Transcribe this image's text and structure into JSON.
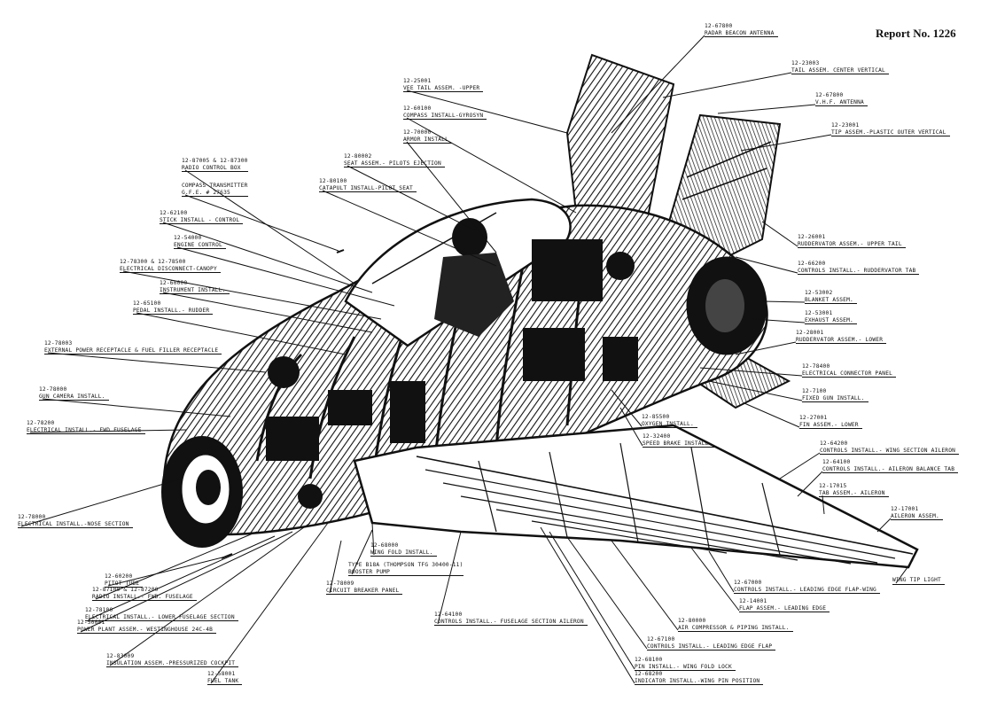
{
  "report": "Report No. 1226",
  "callouts": [
    {
      "id": "radar-beacon-antenna",
      "num": "12-67800",
      "name": "RADAR BEACON ANTENNA"
    },
    {
      "id": "tail-center-vertical",
      "num": "12-23003",
      "name": "TAIL ASSEM. CENTER VERTICAL"
    },
    {
      "id": "vhf-antenna",
      "num": "12-67800",
      "name": "V.H.F. ANTENNA"
    },
    {
      "id": "tip-assem",
      "num": "12-23001",
      "name": "TIP ASSEM.-PLASTIC OUTER VERTICAL"
    },
    {
      "id": "vee-tail-upper",
      "num": "12-25001",
      "name": "VEE TAIL ASSEM. -UPPER"
    },
    {
      "id": "compass-gyrosyn",
      "num": "12-60100",
      "name": "COMPASS INSTALL-GYROSYN"
    },
    {
      "id": "armor-install",
      "num": "12-70000",
      "name": "ARMOR INSTALL"
    },
    {
      "id": "seat-ejection",
      "num": "12-80002",
      "name": "SEAT ASSEM.- PILOTS EJECTION"
    },
    {
      "id": "catapult-seat",
      "num": "12-80100",
      "name": "CATAPULT INSTALL-PILOT SEAT"
    },
    {
      "id": "radio-control-box",
      "num": "12-87005 & 12-87300",
      "name": "RADIO CONTROL BOX"
    },
    {
      "id": "compass-transmitter",
      "num": "COMPASS TRANSMITTER",
      "name": "G.F.E. # 27635"
    },
    {
      "id": "stick-control",
      "num": "12-62100",
      "name": "STICK INSTALL - CONTROL"
    },
    {
      "id": "engine-control",
      "num": "12-54000",
      "name": "ENGINE CONTROL"
    },
    {
      "id": "canopy-disconnect",
      "num": "12-78300 & 12-78500",
      "name": "ELECTRICAL DISCONNECT-CANOPY"
    },
    {
      "id": "instrument-install",
      "num": "12-60000",
      "name": "INSTRUMENT INSTALL."
    },
    {
      "id": "pedal-rudder",
      "num": "12-65100",
      "name": "PEDAL INSTALL.- RUDDER"
    },
    {
      "id": "ext-power",
      "num": "12-78003",
      "name": "EXTERNAL POWER RECEPTACLE & FUEL FILLER RECEPTACLE"
    },
    {
      "id": "gun-camera",
      "num": "12-78000",
      "name": "GUN CAMERA INSTALL."
    },
    {
      "id": "elec-fwd-fuselage",
      "num": "12-78200",
      "name": "ELECTRICAL INSTALL.- FWD FUSELAGE"
    },
    {
      "id": "elec-nose",
      "num": "12-78000",
      "name": "ELECTRICAL INSTALL.-NOSE SECTION"
    },
    {
      "id": "pitot-tube",
      "num": "12-60200",
      "name": "PITOT TUBE"
    },
    {
      "id": "radio-fwd",
      "num": "12-87100 & 12-87200",
      "name": "RADIO INSTALL.- FWD. FUSELAGE"
    },
    {
      "id": "elec-lower-fuselage",
      "num": "12-78100",
      "name": "ELECTRICAL INSTALL.- LOWER FUSELAGE SECTION"
    },
    {
      "id": "power-plant",
      "num": "12-50001",
      "name": "POWER PLANT ASSEM.- WESTINGHOUSE 24C-4B"
    },
    {
      "id": "insulation",
      "num": "12-83009",
      "name": "INSULATION ASSEM.-PRESSURIZED COCKPIT"
    },
    {
      "id": "fuel-tank",
      "num": "12-58001",
      "name": "FUEL TANK"
    },
    {
      "id": "circuit-breaker",
      "num": "12-78009",
      "name": "CIRCUIT BREAKER PANEL"
    },
    {
      "id": "wing-fold",
      "num": "12-68000",
      "name": "WING FOLD INSTALL."
    },
    {
      "id": "booster-pump",
      "num": "TYPE B18A (THOMPSON TFG 30400-11)",
      "name": "BOOSTER PUMP"
    },
    {
      "id": "controls-fuselage-aileron",
      "num": "12-64100",
      "name": "CONTROLS INSTALL.- FUSELAGE SECTION AILERON"
    },
    {
      "id": "le-flap-controls",
      "num": "12-67100",
      "name": "CONTROLS INSTALL.- LEADING EDGE FLAP"
    },
    {
      "id": "wing-fold-lock",
      "num": "12-68100",
      "name": "PIN INSTALL.- WING FOLD LOCK"
    },
    {
      "id": "wing-pin-indicator",
      "num": "12-68200",
      "name": "INDICATOR INSTALL.-WING PIN POSITION"
    },
    {
      "id": "air-compressor",
      "num": "12-80000",
      "name": "AIR COMPRESSOR & PIPING INSTALL."
    },
    {
      "id": "flap-le",
      "num": "12-14001",
      "name": "FLAP ASSEM.- LEADING EDGE"
    },
    {
      "id": "le-flap-wing",
      "num": "12-67000",
      "name": "CONTROLS INSTALL.- LEADING EDGE FLAP-WING"
    },
    {
      "id": "wing-tip-light",
      "num": "",
      "name": "WING TIP LIGHT"
    },
    {
      "id": "aileron-assem",
      "num": "12-17001",
      "name": "AILERON ASSEM."
    },
    {
      "id": "tab-aileron",
      "num": "12-17015",
      "name": "TAB ASSEM.- AILERON"
    },
    {
      "id": "aileron-balance-tab",
      "num": "12-64100",
      "name": "CONTROLS INSTALL.- AILERON BALANCE TAB"
    },
    {
      "id": "wing-section-aileron",
      "num": "12-64200",
      "name": "CONTROLS INSTALL.- WING SECTION AILERON"
    },
    {
      "id": "speed-brake",
      "num": "12-32400",
      "name": "SPEED BRAKE INSTALL."
    },
    {
      "id": "oxygen",
      "num": "12-85500",
      "name": "OXYGEN INSTALL."
    },
    {
      "id": "fin-lower",
      "num": "12-27001",
      "name": "FIN ASSEM.- LOWER"
    },
    {
      "id": "fixed-gun",
      "num": "12-7100",
      "name": "FIXED GUN INSTALL."
    },
    {
      "id": "elec-connector-panel",
      "num": "12-78400",
      "name": "ELECTRICAL CONNECTOR PANEL"
    },
    {
      "id": "ruddervator-lower",
      "num": "12-28001",
      "name": "RUDDERVATOR ASSEM.- LOWER"
    },
    {
      "id": "exhaust",
      "num": "12-53001",
      "name": "EXHAUST ASSEM."
    },
    {
      "id": "blanket",
      "num": "12-53002",
      "name": "BLANKET ASSEM."
    },
    {
      "id": "ruddervator-tab",
      "num": "12-66200",
      "name": "CONTROLS INSTALL.- RUDDERVATOR TAB"
    },
    {
      "id": "ruddervator-upper",
      "num": "12-26001",
      "name": "RUDDERVATOR ASSEM.- UPPER TAIL"
    }
  ]
}
